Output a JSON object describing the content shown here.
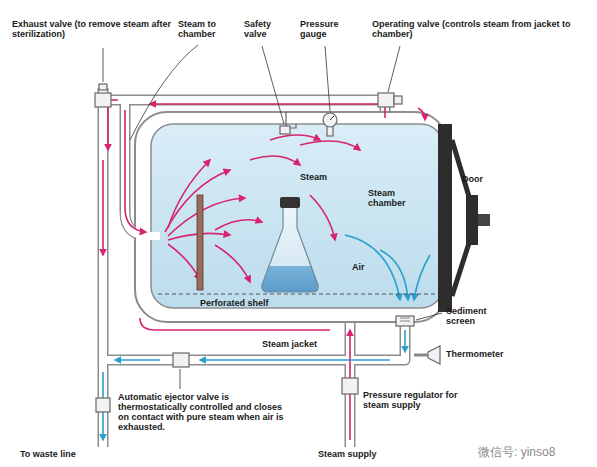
{
  "diagram": {
    "labels": [
      "Exhaust valve (to remove steam after sterilization)",
      "Steam to chamber",
      "Safety valve",
      "Pressure gauge",
      "Operating valve (controls steam from jacket to chamber)",
      "Door",
      "Steam",
      "Steam chamber",
      "Air",
      "Perforated shelf",
      "Sediment screen",
      "Steam jacket",
      "Thermometer",
      "Automatic ejector valve is thermostatically controlled and closes on contact with pure steam when air is exhausted.",
      "Pressure regulator for steam supply",
      "To waste line",
      "Steam supply",
      "微信号: yinso8"
    ]
  }
}
